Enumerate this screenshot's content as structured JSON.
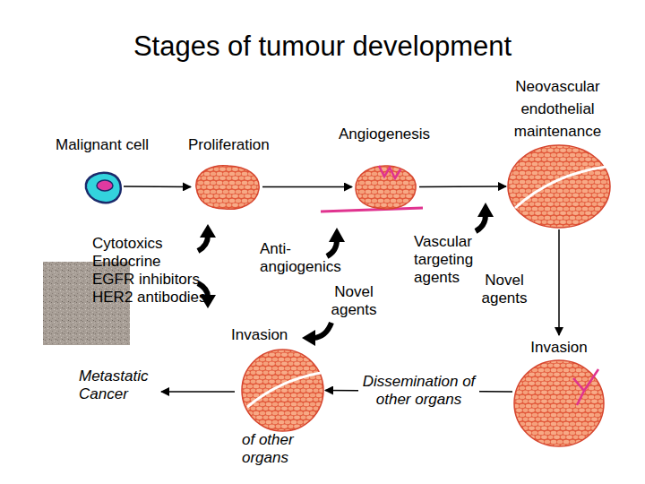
{
  "diagram": {
    "title": "Stages of tumour development",
    "nodes": [
      {
        "text": [
          "Malignant cell"
        ]
      },
      {
        "text": [
          "Proliferation"
        ]
      },
      {
        "text": [
          "Angiogenesis"
        ]
      },
      {
        "text": [
          "Neovascular endothelial maintenance"
        ]
      },
      {
        "text": [
          "Invasion"
        ]
      },
      {
        "text": [
          "Invasion",
          "of other organs"
        ]
      }
    ],
    "edges": [
      {
        "from": 0,
        "to": 1,
        "arrow": "to"
      },
      {
        "from": 1,
        "to": 2,
        "arrow": "to"
      },
      {
        "from": 2,
        "to": 3,
        "arrow": "to"
      },
      {
        "from": 3,
        "to": 4,
        "arrow": "to"
      },
      {
        "from": 4,
        "to": 5,
        "label": "Dissemination of other organs",
        "arrow": "to"
      }
    ],
    "labels": [
      "Cytotoxics",
      "Endocrine",
      "EGFR inhibitors",
      "HER2 antibodies",
      "Anti-angiogenics",
      "Novel agents",
      "Vascular targeting agents",
      "Novel agents",
      "Metastatic Cancer"
    ]
  }
}
